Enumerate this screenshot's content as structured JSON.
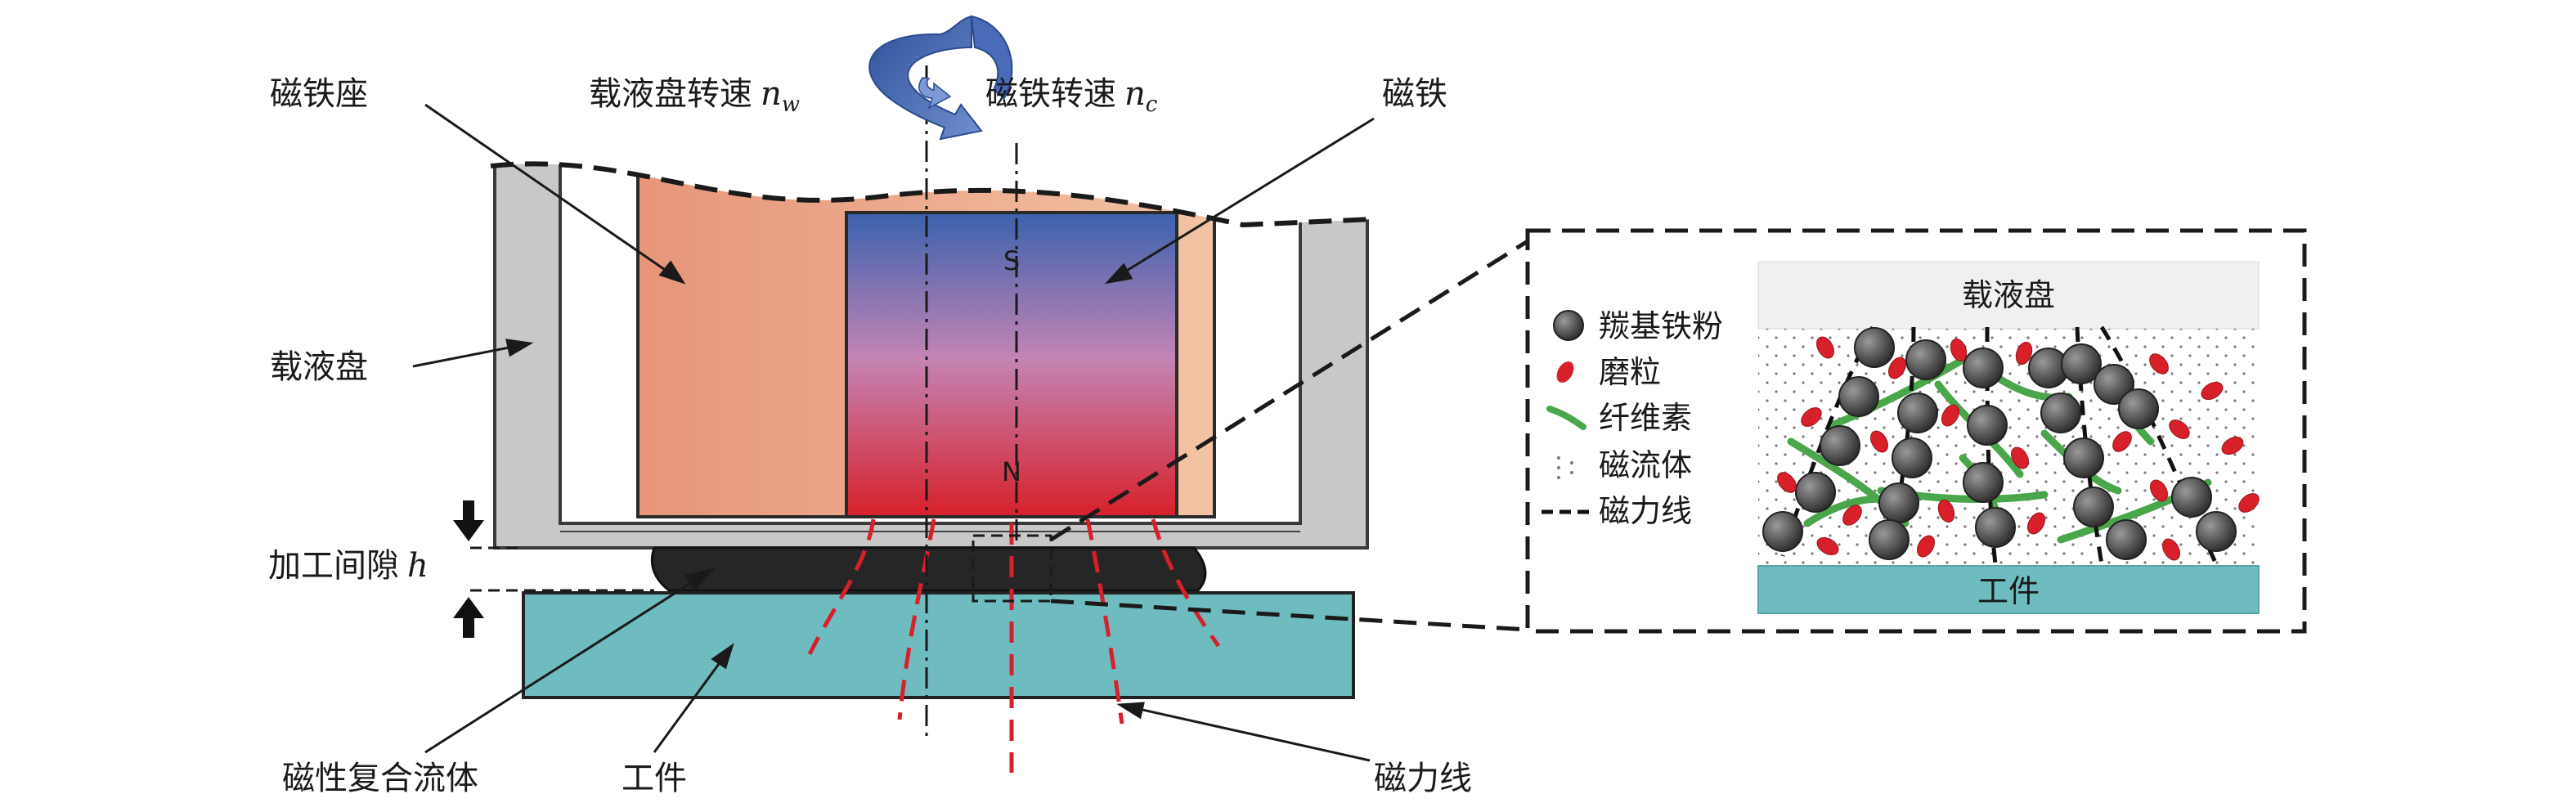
{
  "labels": {
    "magnet_seat": "磁铁座",
    "carrier_speed": "载液盘转速",
    "carrier_speed_symbol": "n",
    "carrier_speed_sub": "w",
    "magnet_speed": "磁铁转速",
    "magnet_speed_symbol": "n",
    "magnet_speed_sub": "c",
    "magnet": "磁铁",
    "carrier_disk": "载液盘",
    "gap": "加工间隙",
    "gap_symbol": "h",
    "mcf": "磁性复合流体",
    "workpiece": "工件",
    "field_lines": "磁力线",
    "pole_s": "S",
    "pole_n": "N"
  },
  "inset": {
    "top_label": "载液盘",
    "bottom_label": "工件",
    "legend": [
      {
        "name": "carbonyl-iron-powder",
        "label": "羰基铁粉"
      },
      {
        "name": "abrasive",
        "label": "磨粒"
      },
      {
        "name": "cellulose",
        "label": "纤维素"
      },
      {
        "name": "mr-fluid",
        "label": "磁流体"
      },
      {
        "name": "field-line",
        "label": "磁力线"
      }
    ]
  },
  "colors": {
    "steel": "#c8c8c8",
    "seat_left": "#e6957a",
    "seat_right": "#f2bb9c",
    "magnet_top": "#3a62ad",
    "magnet_mid": "#c484b4",
    "magnet_bottom": "#d7202a",
    "workpiece": "#6fbcc0",
    "fluid": "#262626",
    "field_line": "#d7202a",
    "arrow": "#3c5ea8",
    "iron": "#555555",
    "abrasive": "#d7202a",
    "fiber": "#4aa64a"
  }
}
